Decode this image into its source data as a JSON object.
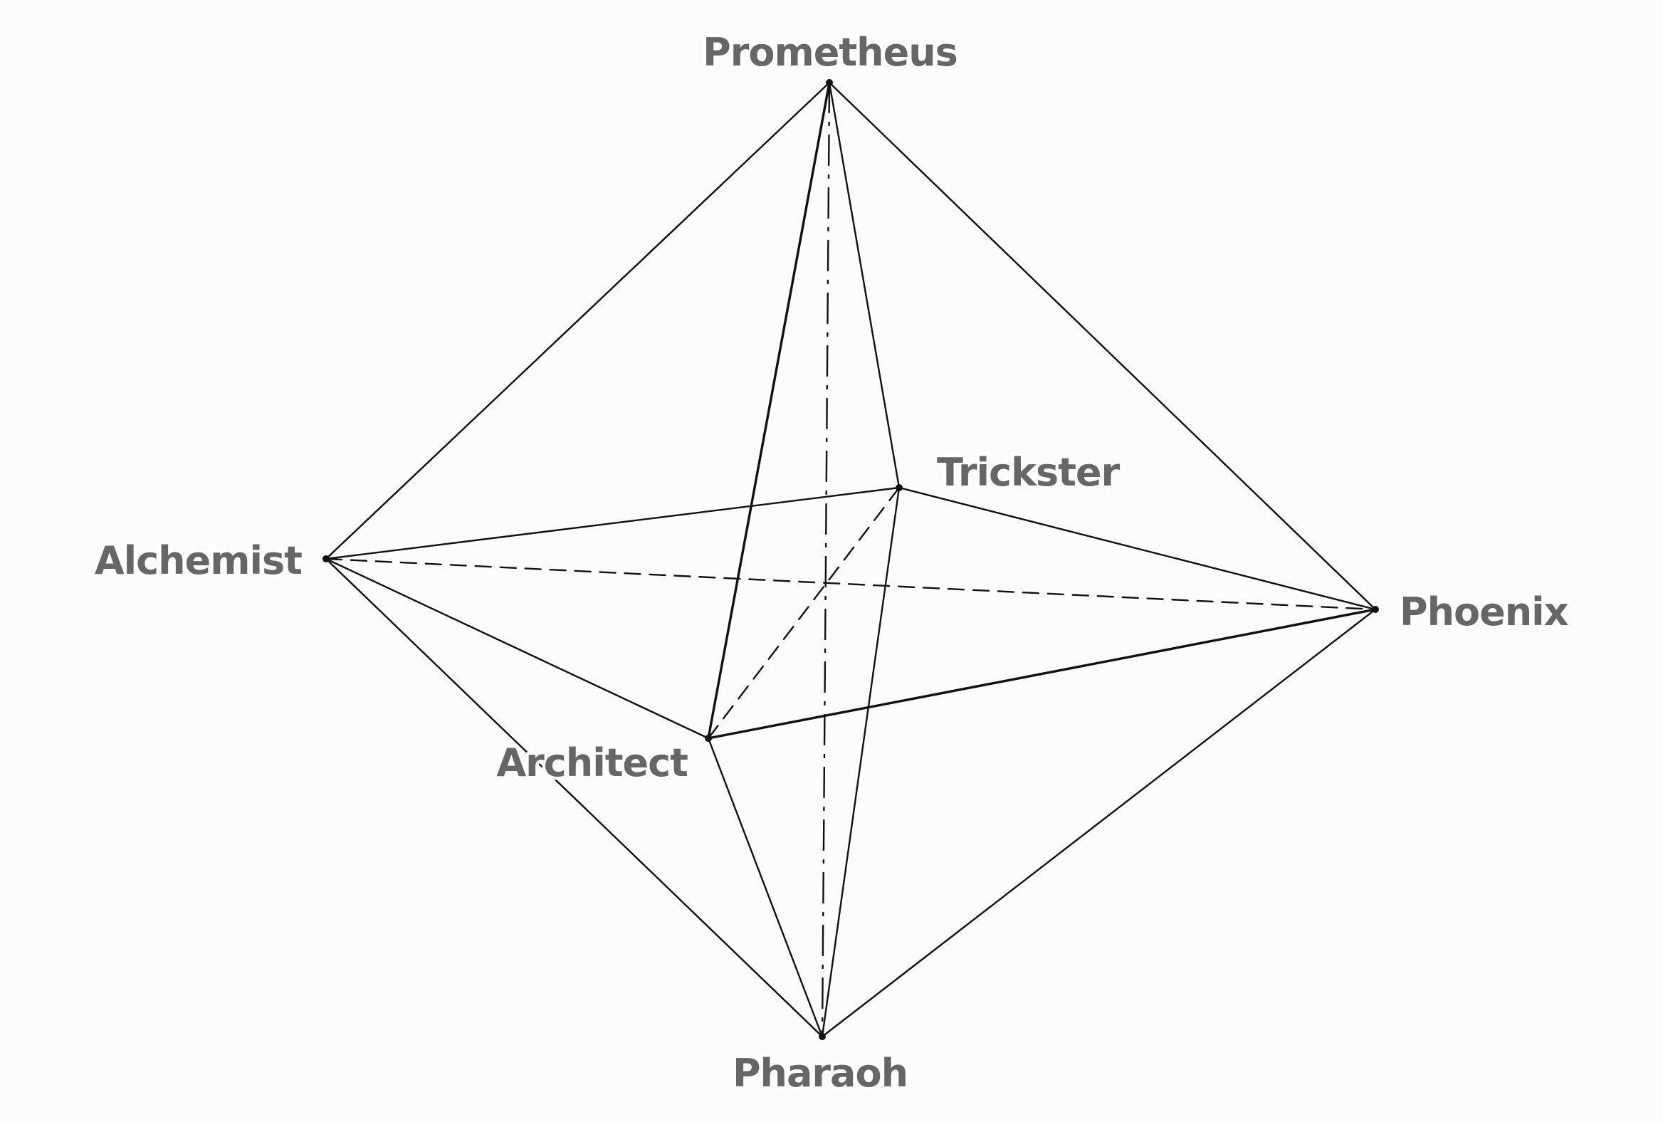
{
  "vertices": {
    "prometheus": {
      "label": "Prometheus"
    },
    "trickster": {
      "label": "Trickster"
    },
    "alchemist": {
      "label": "Alchemist"
    },
    "phoenix": {
      "label": "Phoenix"
    },
    "architect": {
      "label": "Architect"
    },
    "pharaoh": {
      "label": "Pharaoh"
    }
  },
  "edges": [
    {
      "from": "prometheus",
      "to": "alchemist",
      "style": "solid"
    },
    {
      "from": "prometheus",
      "to": "phoenix",
      "style": "solid"
    },
    {
      "from": "prometheus",
      "to": "trickster",
      "style": "solid"
    },
    {
      "from": "prometheus",
      "to": "architect",
      "style": "solid"
    },
    {
      "from": "prometheus",
      "to": "pharaoh",
      "style": "dash-dot"
    },
    {
      "from": "alchemist",
      "to": "trickster",
      "style": "solid"
    },
    {
      "from": "trickster",
      "to": "phoenix",
      "style": "solid"
    },
    {
      "from": "alchemist",
      "to": "architect",
      "style": "solid"
    },
    {
      "from": "architect",
      "to": "phoenix",
      "style": "solid"
    },
    {
      "from": "alchemist",
      "to": "phoenix",
      "style": "dashed"
    },
    {
      "from": "architect",
      "to": "trickster",
      "style": "dashed"
    },
    {
      "from": "alchemist",
      "to": "pharaoh",
      "style": "solid"
    },
    {
      "from": "phoenix",
      "to": "pharaoh",
      "style": "solid"
    },
    {
      "from": "architect",
      "to": "pharaoh",
      "style": "solid"
    },
    {
      "from": "trickster",
      "to": "pharaoh",
      "style": "solid"
    }
  ]
}
